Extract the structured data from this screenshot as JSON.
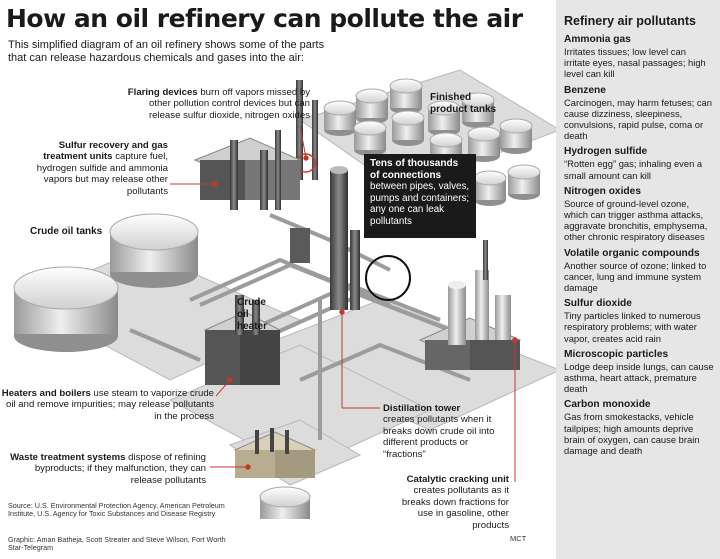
{
  "title": "How an oil refinery can pollute the air",
  "intro": "This simplified diagram of an oil refinery shows some of the parts that can release hazardous chemicals and gases into the air:",
  "callouts": {
    "flaring": {
      "term": "Flaring devices",
      "text": " burn off vapors missed by other pollution control devices but can release sulfur dioxide, nitrogen oxides"
    },
    "sulfur": {
      "term": "Sulfur recovery and gas treatment units",
      "text": " capture fuel, hydrogen sulfide and ammonia vapors but may release other pollutants"
    },
    "connections": {
      "term": "Tens of thousands of connections",
      "text": " between pipes, valves, pumps and containers; any one can leak pollutants"
    },
    "heaters": {
      "term": "Heaters and boilers",
      "text": " use steam to vaporize crude oil and remove impurities; may release pollutants in the process"
    },
    "distillation": {
      "term": "Distillation tower",
      "text": "creates pollutants when it breaks down crude oil into different products or “fractions”"
    },
    "waste": {
      "term": "Waste treatment systems",
      "text": " dispose of refining byproducts; if they malfunction, they can release pollutants"
    },
    "catalytic": {
      "term": "Catalytic cracking unit",
      "text": " creates pollutants as it breaks down fractions for use in gasoline, other products"
    }
  },
  "labels": {
    "finished_tanks": "Finished product tanks",
    "crude_tanks": "Crude oil tanks",
    "crude_heater": "Crude oil heater"
  },
  "source": "Source: U.S. Environmental Protection Agency, American Petroleum Institute, U.S. Agency for Toxic Substances and Disease Registry",
  "credit": "Graphic: Aman Batheja, Scott Streater and Steve Wilson, Fort Worth Star-Telegram",
  "mct": "MCT",
  "sidebar": {
    "heading": "Refinery air pollutants",
    "pollutants": [
      {
        "name": "Ammonia gas",
        "desc": "Irritates tissues; low level can irritate eyes, nasal passages; high level can kill"
      },
      {
        "name": "Benzene",
        "desc": "Carcinogen, may harm fetuses; can cause dizziness, sleepiness, convulsions, rapid pulse, coma or death"
      },
      {
        "name": "Hydrogen sulfide",
        "desc": "“Rotten egg” gas; inhaling even a small amount can kill"
      },
      {
        "name": "Nitrogen oxides",
        "desc": "Source of ground-level ozone, which can trigger asthma attacks, aggravate bronchitis, emphysema, other chronic respiratory diseases"
      },
      {
        "name": "Volatile organic compounds",
        "desc": "Another source of ozone; linked to cancer, lung and immune system damage"
      },
      {
        "name": "Sulfur dioxide",
        "desc": "Tiny particles linked to numerous respiratory problems; with water vapor, creates acid rain"
      },
      {
        "name": "Microscopic particles",
        "desc": "Lodge deep inside lungs, can cause asthma, heart attack, premature death"
      },
      {
        "name": "Carbon monoxide",
        "desc": "Gas from smokestacks, vehicle tailpipes; high amounts deprive brain of oxygen, can cause brain damage and death"
      }
    ]
  }
}
